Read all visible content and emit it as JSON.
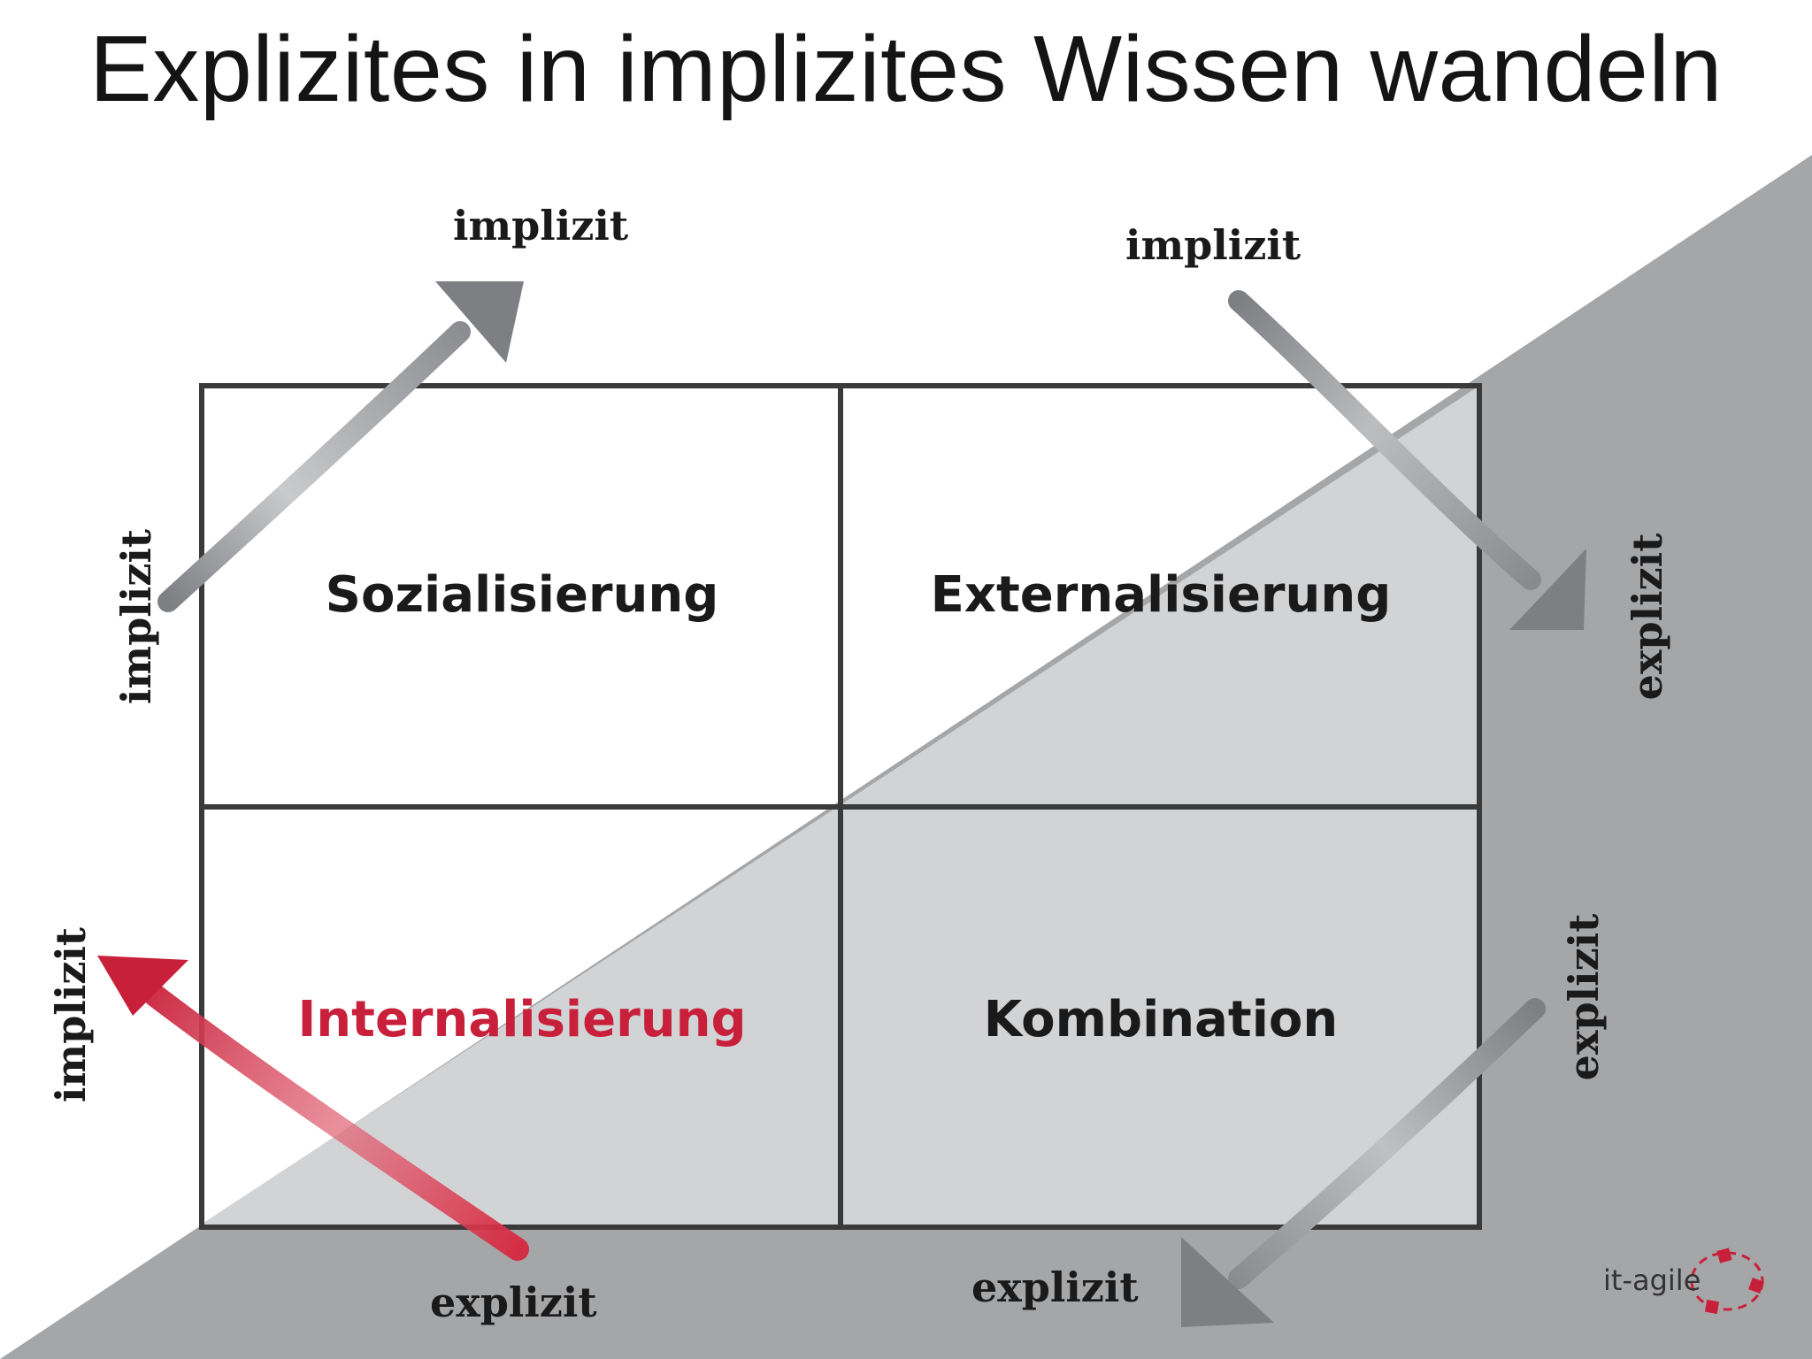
{
  "title": "Explizites in implizites Wissen wandeln",
  "quadrants": {
    "top_left": "Sozialisierung",
    "top_right": "Externalisierung",
    "bottom_left": "Internalisierung",
    "bottom_right": "Kombination"
  },
  "axis_labels": {
    "top_left": "implizit",
    "top_right": "implizit",
    "left_upper": "implizit",
    "left_lower": "implizit",
    "right_upper": "explizit",
    "right_lower": "explizit",
    "bottom_left": "explizit",
    "bottom_right": "explizit"
  },
  "logo": "it-agile",
  "colors": {
    "highlight": "#c8203a",
    "arrow_gray": "#808285",
    "grid": "#3a3a3a",
    "shade_light": "#d2d3d5",
    "shade_dark": "#a5a6a8"
  },
  "highlighted_quadrant": "bottom_left"
}
